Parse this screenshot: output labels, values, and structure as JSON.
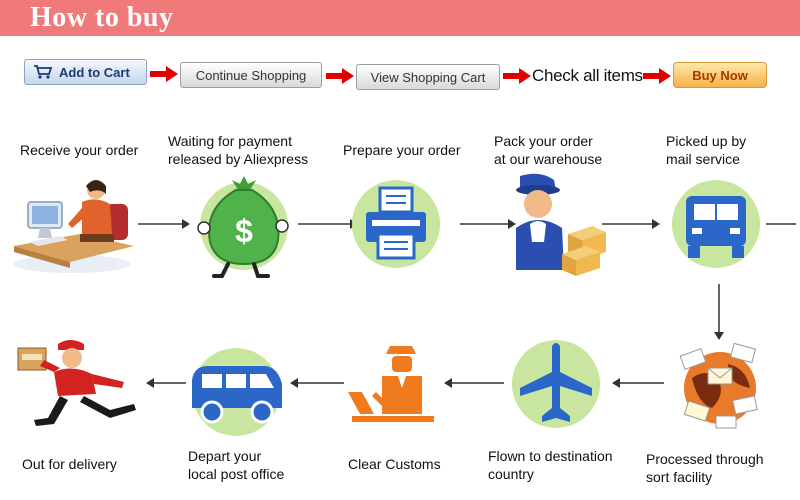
{
  "header": {
    "title": "How to buy"
  },
  "toolbar": {
    "add_to_cart": "Add to Cart",
    "continue_shopping": "Continue Shopping",
    "view_shopping_cart": "View Shopping Cart",
    "check_all_items": "Check all items",
    "buy_now": "Buy Now"
  },
  "steps": [
    {
      "line1": "Receive your order",
      "line2": "",
      "icon": "computer-operator"
    },
    {
      "line1": "Waiting for payment",
      "line2": "released by Aliexpress",
      "icon": "money-bag"
    },
    {
      "line1": "Prepare your order",
      "line2": "",
      "icon": "printer"
    },
    {
      "line1": "Pack your order",
      "line2": "at our warehouse",
      "icon": "warehouse-worker"
    },
    {
      "line1": "Picked up by",
      "line2": "mail service",
      "icon": "truck"
    },
    {
      "line1": "Processed through",
      "line2": "sort facility",
      "icon": "globe-letters"
    },
    {
      "line1": "Flown to destination",
      "line2": "country",
      "icon": "airplane"
    },
    {
      "line1": "Clear Customs",
      "line2": "",
      "icon": "customs-officer"
    },
    {
      "line1": "Depart your",
      "line2": "local post office",
      "icon": "van"
    },
    {
      "line1": "Out for delivery",
      "line2": "",
      "icon": "delivery-man"
    }
  ],
  "colors": {
    "header": "#f07a7a",
    "circle": "#c8e6a0",
    "icon_blue": "#2a67c9",
    "arrow": "#e00000",
    "customs_orange": "#f07a1e"
  }
}
